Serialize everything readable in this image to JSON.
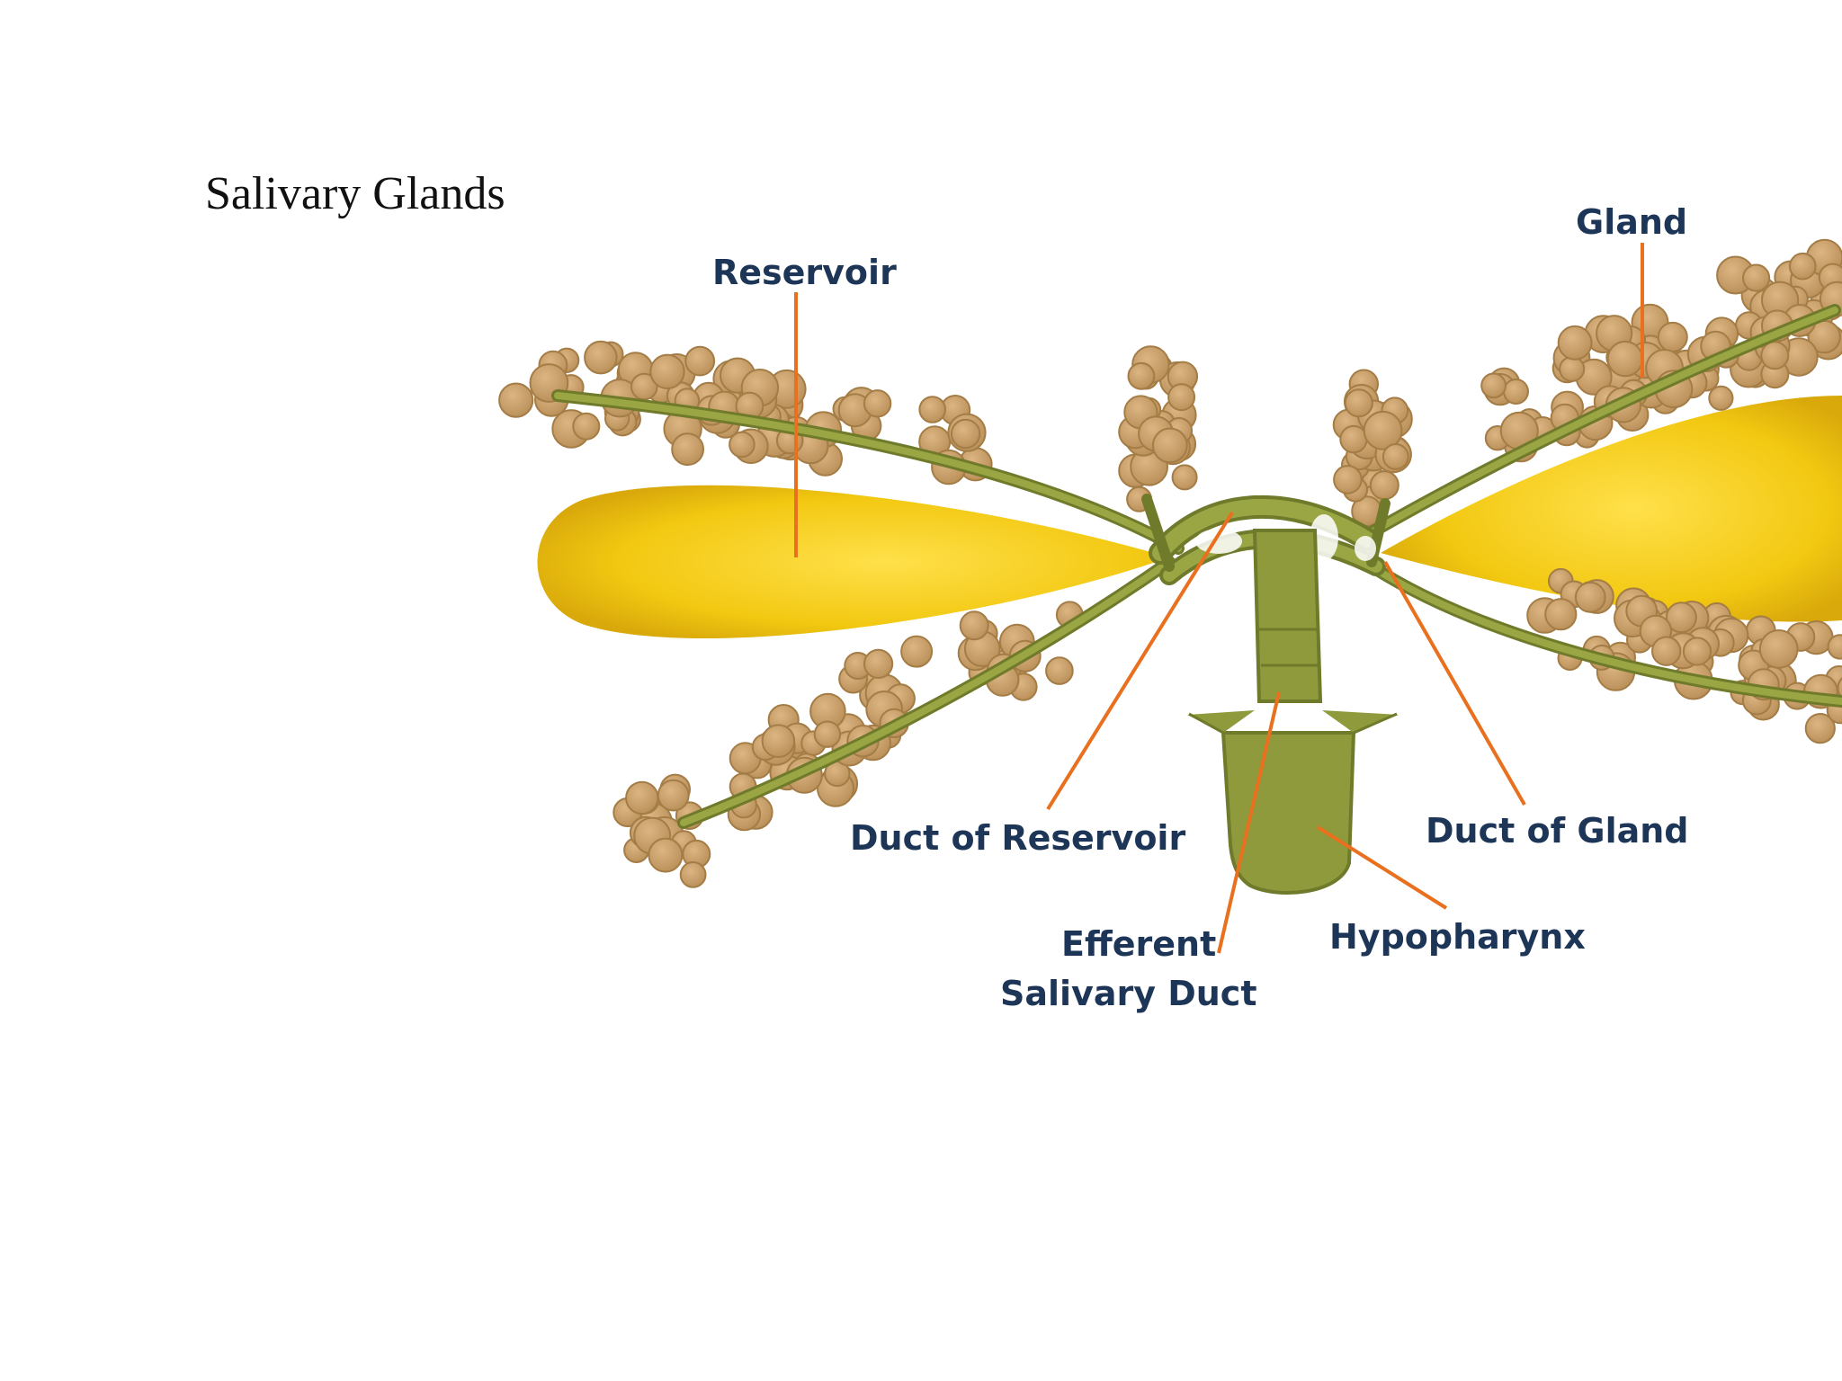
{
  "title": "Salivary Glands",
  "labels": {
    "reservoir": "Reservoir",
    "gland": "Gland",
    "duct_of_reservoir": "Duct of Reservoir",
    "duct_of_gland": "Duct of Gland",
    "efferent_line1": "Efferent",
    "efferent_line2": "Salivary Duct",
    "hypopharynx": "Hypopharynx"
  },
  "colors": {
    "reservoir": "#f2c811",
    "gland_lobules": "#c9a06a",
    "duct": "#8f9a3c",
    "leader_line": "#e8701e",
    "label_text": "#1d3557"
  }
}
